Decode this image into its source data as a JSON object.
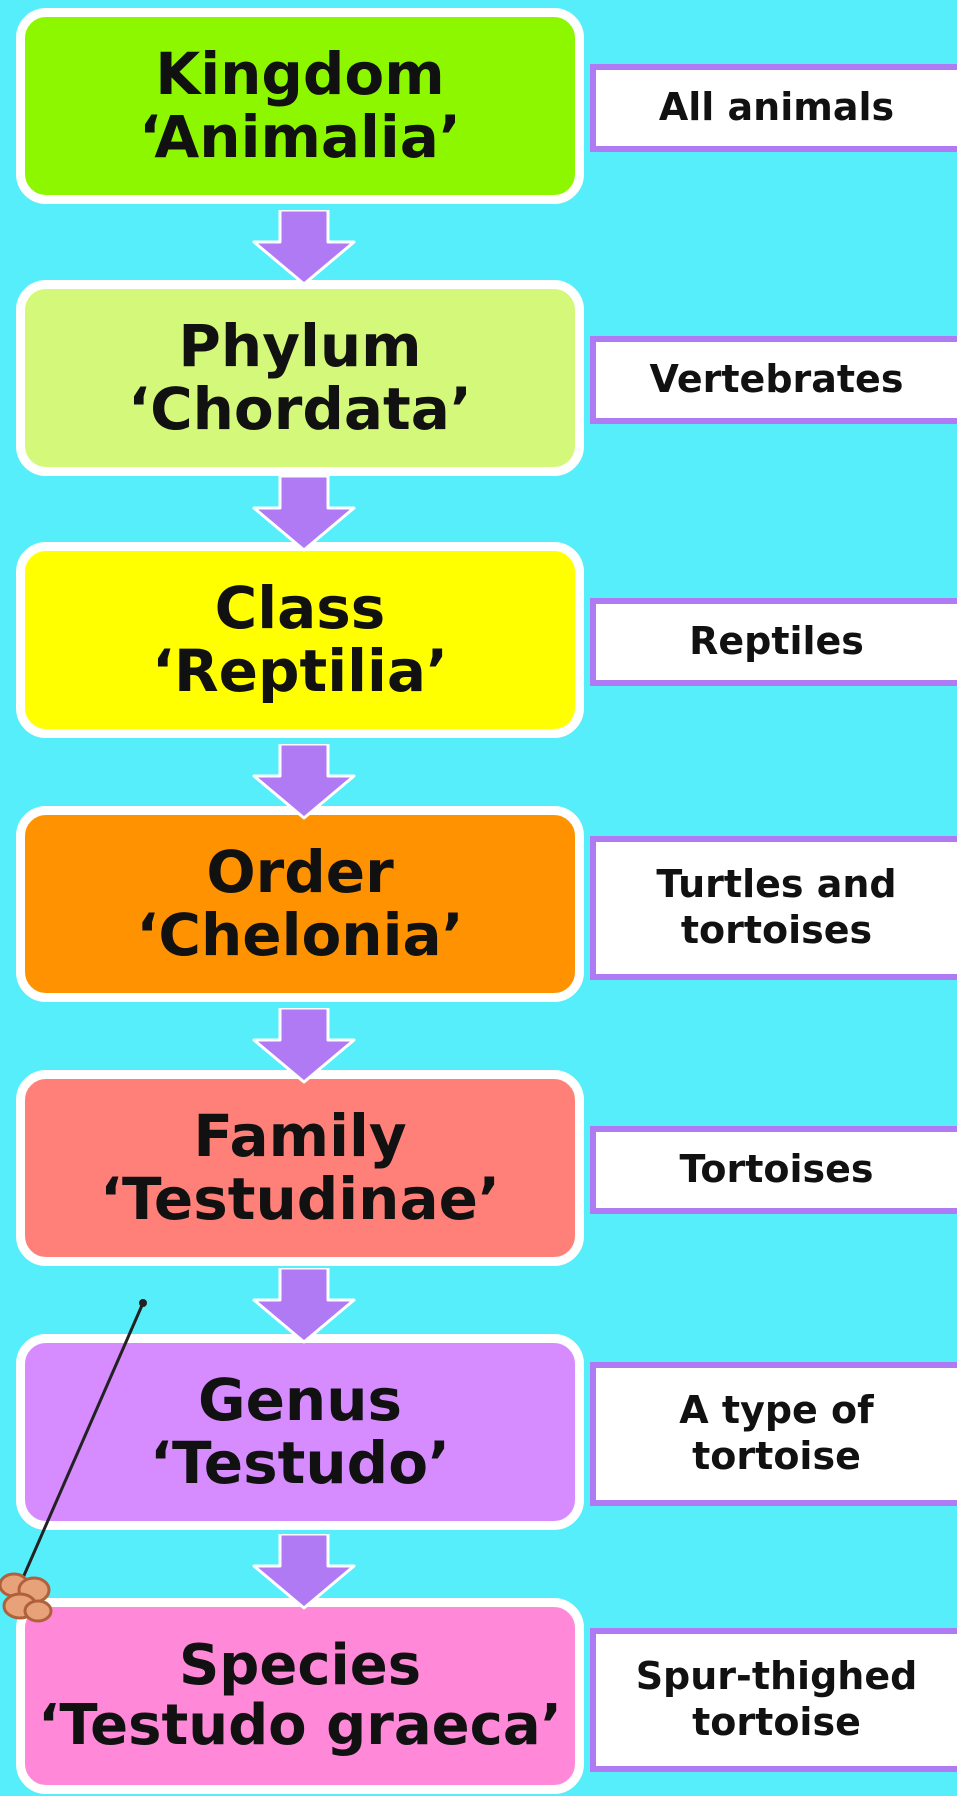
{
  "diagram": {
    "background": "#55eefa",
    "arrow_color": "#b07af5",
    "levels": [
      {
        "rank": "Kingdom",
        "taxon": "‘Animalia’",
        "description": [
          "All animals"
        ],
        "color": "#8df700"
      },
      {
        "rank": "Phylum",
        "taxon": "‘Chordata’",
        "description": [
          "Vertebrates"
        ],
        "color": "#d4f97a"
      },
      {
        "rank": "Class",
        "taxon": "‘Reptilia’",
        "description": [
          "Reptiles"
        ],
        "color": "#ffff00"
      },
      {
        "rank": "Order",
        "taxon": "‘Chelonia’",
        "description": [
          "Turtles and",
          "tortoises"
        ],
        "color": "#ff9200"
      },
      {
        "rank": "Family",
        "taxon": "‘Testudinae’",
        "description": [
          "Tortoises"
        ],
        "color": "#ff8079"
      },
      {
        "rank": "Genus",
        "taxon": "‘Testudo’",
        "description": [
          "A type of",
          "tortoise"
        ],
        "color": "#d68bff"
      },
      {
        "rank": "Species",
        "taxon": "‘Testudo graeca’",
        "description": [
          "Spur-thighed",
          "tortoise"
        ],
        "color": "#ff88d8"
      }
    ]
  },
  "pointer": {
    "icon": "pointer-stick-hand-icon"
  }
}
